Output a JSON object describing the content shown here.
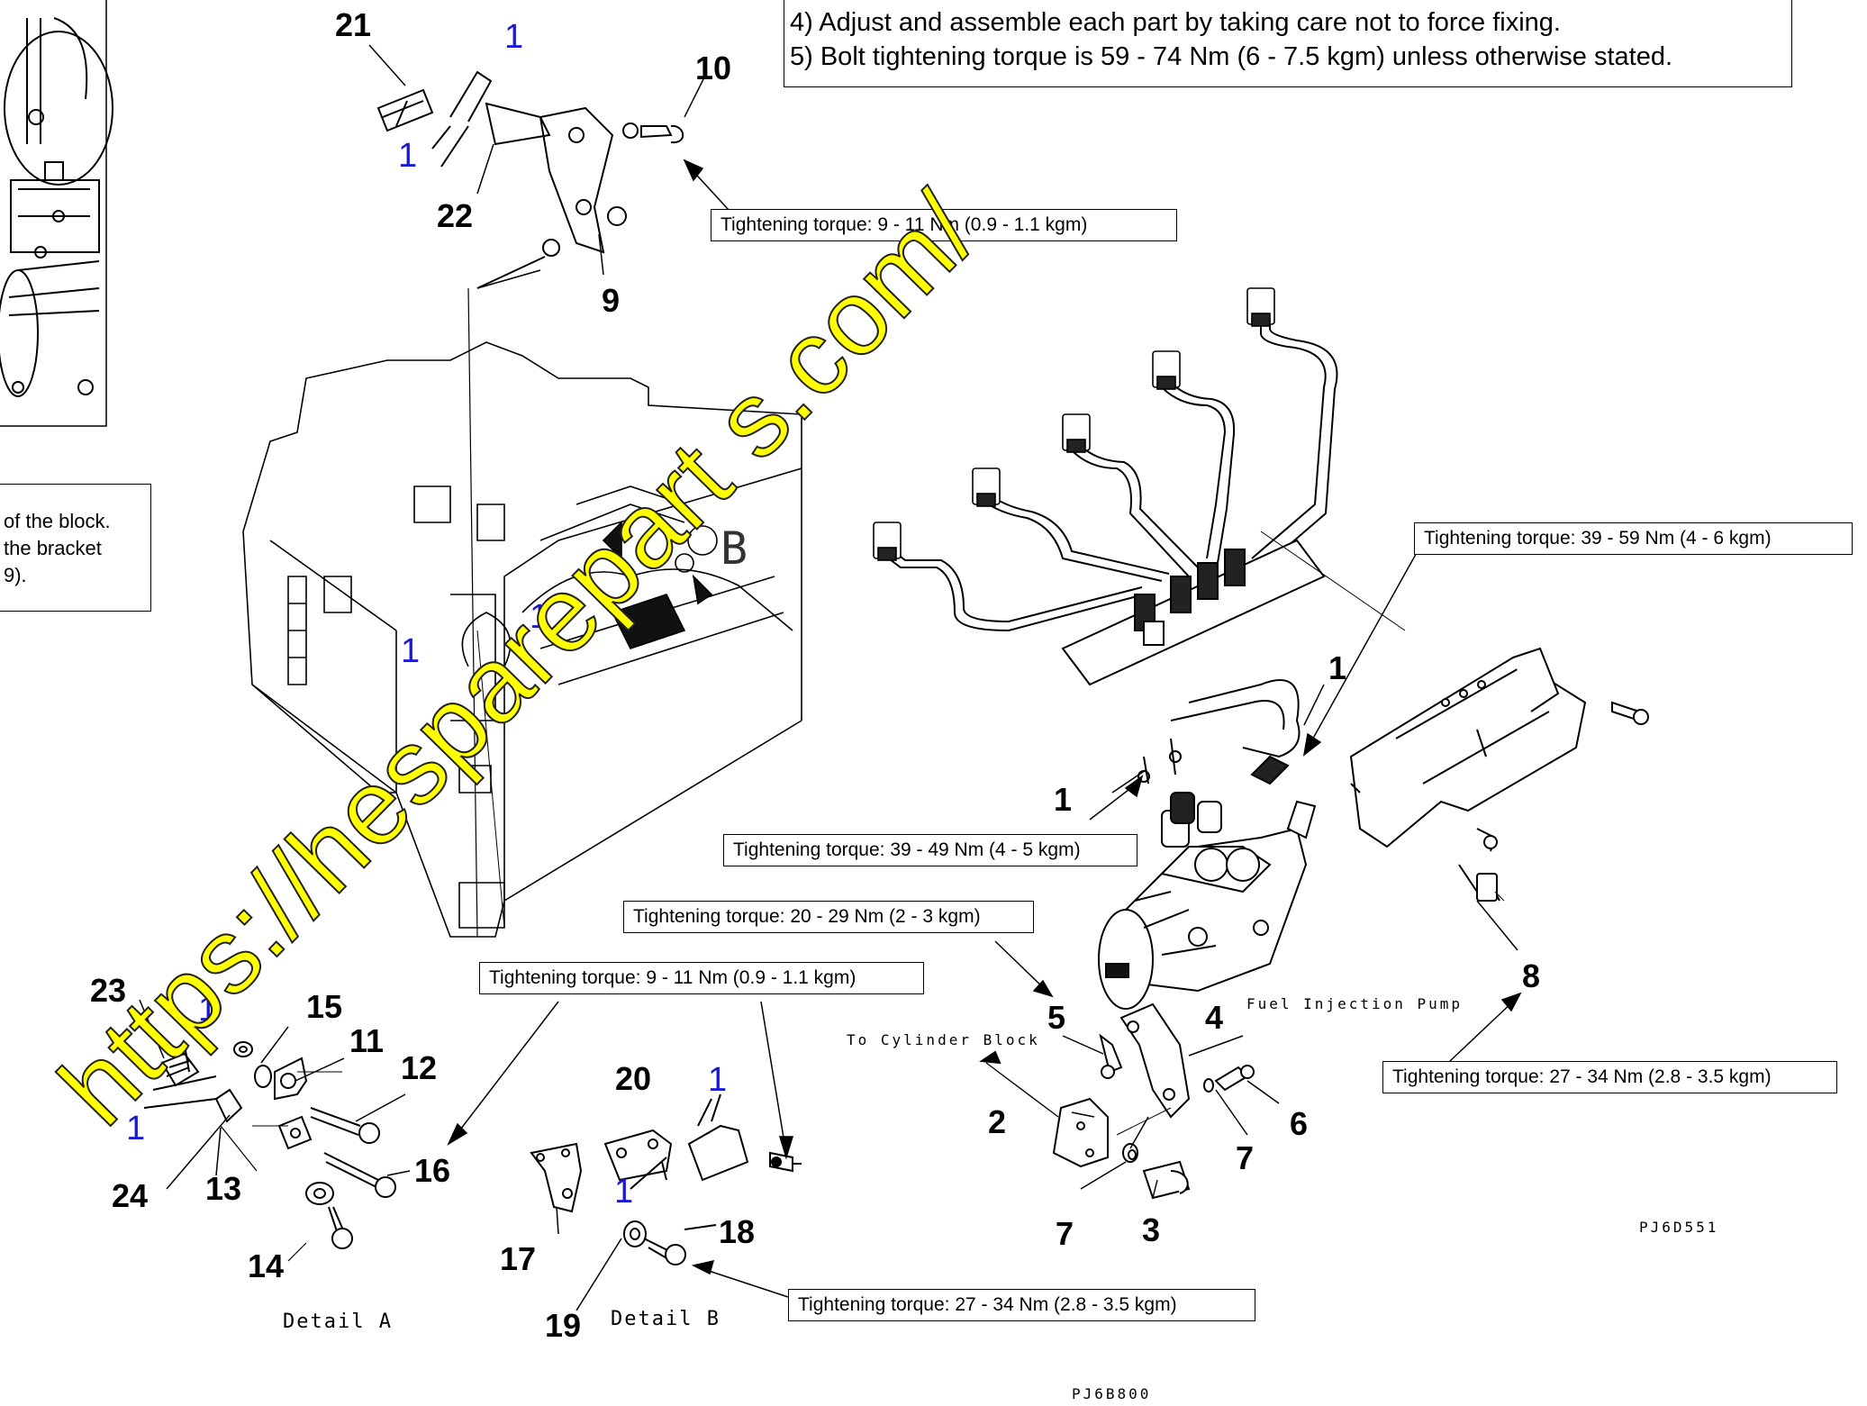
{
  "notes": {
    "line4": "4) Adjust and assemble each part by taking care not to force fixing.",
    "line5": "5) Bolt tightening torque is 59 - 74 Nm (6 - 7.5 kgm) unless otherwise stated."
  },
  "left_note": {
    "line1": "of the block.",
    "line2": "the bracket",
    "line3": "9)."
  },
  "callouts": {
    "torque_top": "Tightening torque:  9 - 11 Nm (0.9 - 1.1 kgm)",
    "torque_right_pipes": "Tightening torque:  39 - 59 Nm (4 - 6 kgm)",
    "torque_pipe_1": "Tightening torque:  39 - 49 Nm (4 - 5 kgm)",
    "torque_bolt_5": "Tightening torque:  20 - 29 Nm (2 - 3 kgm)",
    "torque_detail_b": "Tightening torque:  9 - 11 Nm (0.9 - 1.1 kgm)",
    "torque_sensor_8": "Tightening torque:  27 - 34 Nm (2.8 - 3.5 kgm)",
    "torque_bolt_18": "Tightening torque:  27 - 34 Nm (2.8 - 3.5 kgm)"
  },
  "labels": {
    "fuel_injection_pump": "Fuel Injection Pump",
    "to_cylinder_block": "To Cylinder Block",
    "detail_a": "Detail A",
    "detail_b": "Detail B",
    "code_pump": "PJ6D551",
    "code_page": "PJ6B800",
    "letter_b": "B"
  },
  "part_numbers": {
    "p21": "21",
    "p22": "22",
    "p10": "10",
    "p9": "9",
    "p1a": "1",
    "p1b": "1",
    "p8": "8",
    "p5": "5",
    "p4": "4",
    "p2": "2",
    "p7a": "7",
    "p7b": "7",
    "p3": "3",
    "p6": "6",
    "p23": "23",
    "p15": "15",
    "p11": "11",
    "p12": "12",
    "p16": "16",
    "p24": "24",
    "p13": "13",
    "p14": "14",
    "p20": "20",
    "p17": "17",
    "p18": "18",
    "p19": "19"
  },
  "marks": {
    "m1": "1",
    "m2": "1",
    "m3": "1",
    "m4": "1",
    "m5": "1",
    "m6": "1",
    "m7": "1",
    "m8": "1"
  },
  "watermark": "https://hesparepart s.com/"
}
